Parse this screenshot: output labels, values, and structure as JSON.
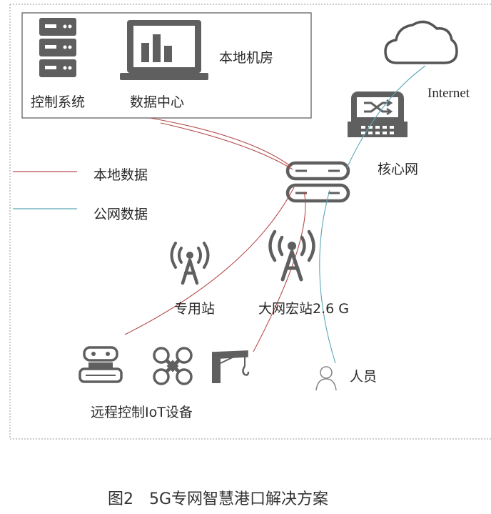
{
  "local_room": {
    "title": "本地机房",
    "control_system_label": "控制系统",
    "data_center_label": "数据中心"
  },
  "legend": {
    "local_data_label": "本地数据",
    "public_data_label": "公网数据",
    "local_data_color": "#b44a4a",
    "public_data_color": "#5aa7b8"
  },
  "internet_label": "Internet",
  "core_network_label": "核心网",
  "private_station_label": "专用站",
  "macro_station_label": "大网宏站2.6 G",
  "iot_label": "远程控制IoT设备",
  "person_label": "人员",
  "caption": "图2　5G专网智慧港口解决方案",
  "icon_color": "#5f5f5f"
}
